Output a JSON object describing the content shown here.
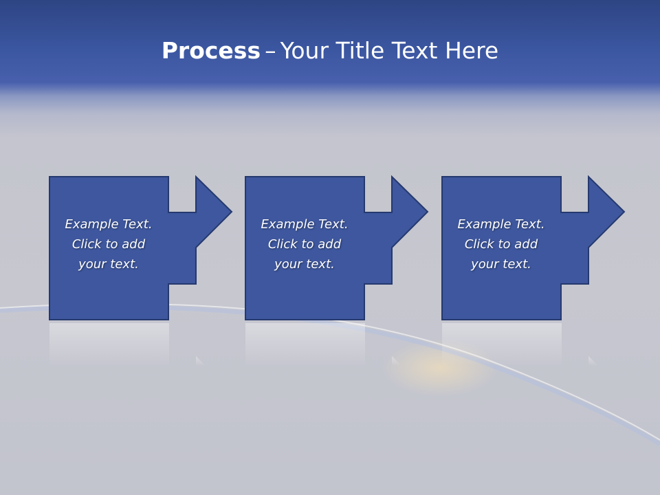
{
  "title": {
    "bold": "Process",
    "separator": "–",
    "rest": "Your Title Text Here"
  },
  "steps": [
    {
      "lines": [
        "Example Text.",
        "Click  to add",
        "your text."
      ]
    },
    {
      "lines": [
        "Example Text.",
        "Click  to add",
        "your text."
      ]
    },
    {
      "lines": [
        "Example Text.",
        "Click  to add",
        "your text."
      ]
    }
  ],
  "colors": {
    "shape_fill": "#3e579e",
    "shape_stroke": "#25396e",
    "header": "#3b56a0",
    "background": "#c6c7cf",
    "text": "#ffffff"
  }
}
